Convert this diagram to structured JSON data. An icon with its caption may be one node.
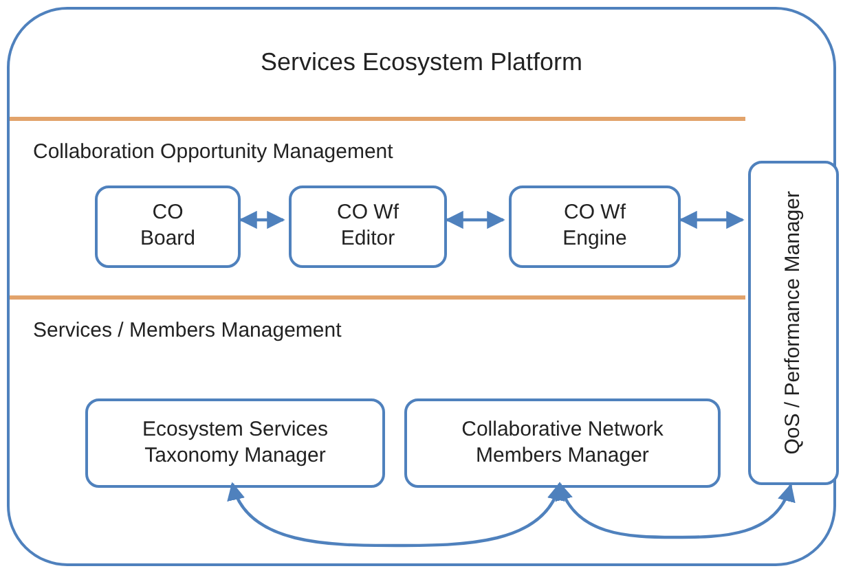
{
  "diagram": {
    "nodes": [
      {
        "text": [
          "Services Ecosystem Platform"
        ]
      },
      {
        "text": [
          "Collaboration Opportunity Management"
        ],
        "in": 0
      },
      {
        "text": [
          "Services / Members Management"
        ],
        "in": 0
      },
      {
        "text": [
          "CO Board"
        ],
        "in": 1
      },
      {
        "text": [
          "CO Wf Editor"
        ],
        "in": 1
      },
      {
        "text": [
          "CO Wf Engine"
        ],
        "in": 1
      },
      {
        "text": [
          "QoS / Performance Manager"
        ],
        "in": 0
      },
      {
        "text": [
          "Ecosystem Services Taxonomy Manager"
        ],
        "in": 2
      },
      {
        "text": [
          "Collaborative Network Members Manager"
        ],
        "in": 2
      }
    ],
    "edges": [
      {
        "from": 3,
        "to": 4,
        "arrow": "both"
      },
      {
        "from": 4,
        "to": 5,
        "arrow": "both"
      },
      {
        "from": 5,
        "to": 6,
        "arrow": "both"
      },
      {
        "from": 7,
        "to": 8,
        "arrow": "both"
      },
      {
        "from": 8,
        "to": 6,
        "arrow": "both"
      }
    ]
  }
}
